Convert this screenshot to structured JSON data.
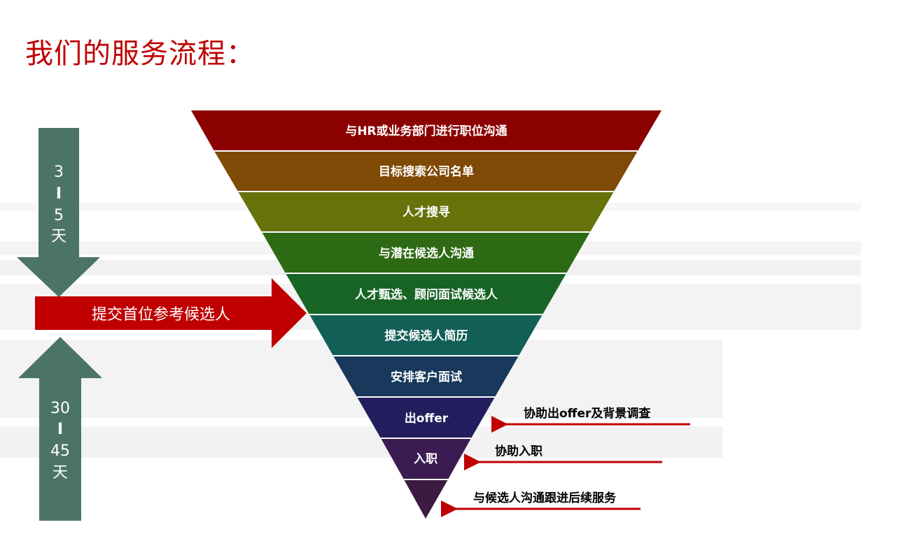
{
  "title": "我们的服务流程：",
  "funnel": {
    "stages": [
      {
        "label": "与HR或业务部门进行职位沟通",
        "color": "#8b0000"
      },
      {
        "label": "目标搜索公司名单",
        "color": "#7f4a05"
      },
      {
        "label": "人才搜寻",
        "color": "#66720a"
      },
      {
        "label": "与潜在候选人沟通",
        "color": "#2e6a13"
      },
      {
        "label": "人才甄选、顾问面试候选人",
        "color": "#186425"
      },
      {
        "label": "提交候选人简历",
        "color": "#125f58"
      },
      {
        "label": "安排客户面试",
        "color": "#18395b"
      },
      {
        "label": "出offer",
        "color": "#221e5e"
      },
      {
        "label": "入职",
        "color": "#3a1c52"
      },
      {
        "label": "",
        "color": "#3b1b42"
      }
    ]
  },
  "left_arrows": {
    "top": {
      "number_a": "3",
      "separator": "I",
      "number_b": "5",
      "unit": "天",
      "color": "#4c7465"
    },
    "bottom": {
      "number_a": "30",
      "separator": "I",
      "number_b": "45",
      "unit": "天",
      "color": "#4c7465"
    },
    "submit": {
      "label": "提交首位参考候选人",
      "color": "#c00000"
    }
  },
  "side_notes": [
    {
      "label": "协助出offer及背景调查"
    },
    {
      "label": "协助入职"
    },
    {
      "label": "与候选人沟通跟进后续服务"
    }
  ],
  "colors": {
    "accent": "#c00000",
    "note_arrow": "#c00000"
  }
}
